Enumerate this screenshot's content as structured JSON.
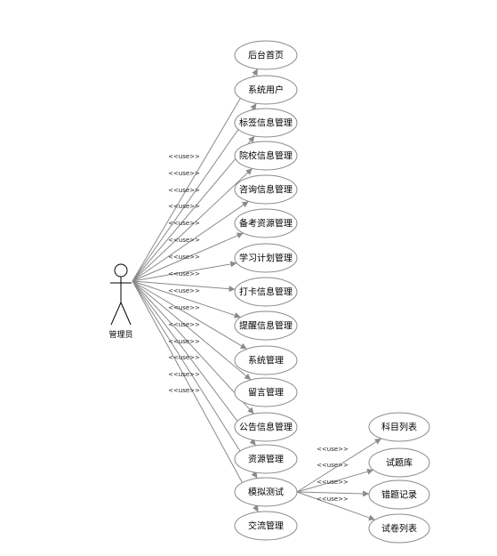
{
  "diagram": {
    "actor": {
      "label": "管理员"
    },
    "stereotype": "<<use>>",
    "use_cases": [
      "后台首页",
      "系统用户",
      "标签信息管理",
      "院校信息管理",
      "咨询信息管理",
      "备考资源管理",
      "学习计划管理",
      "打卡信息管理",
      "提醒信息管理",
      "系统管理",
      "留言管理",
      "公告信息管理",
      "资源管理",
      "模拟测试",
      "交流管理"
    ],
    "sub_use_cases": {
      "parent": "模拟测试",
      "items": [
        "科目列表",
        "试题库",
        "错题记录",
        "试卷列表"
      ]
    }
  }
}
